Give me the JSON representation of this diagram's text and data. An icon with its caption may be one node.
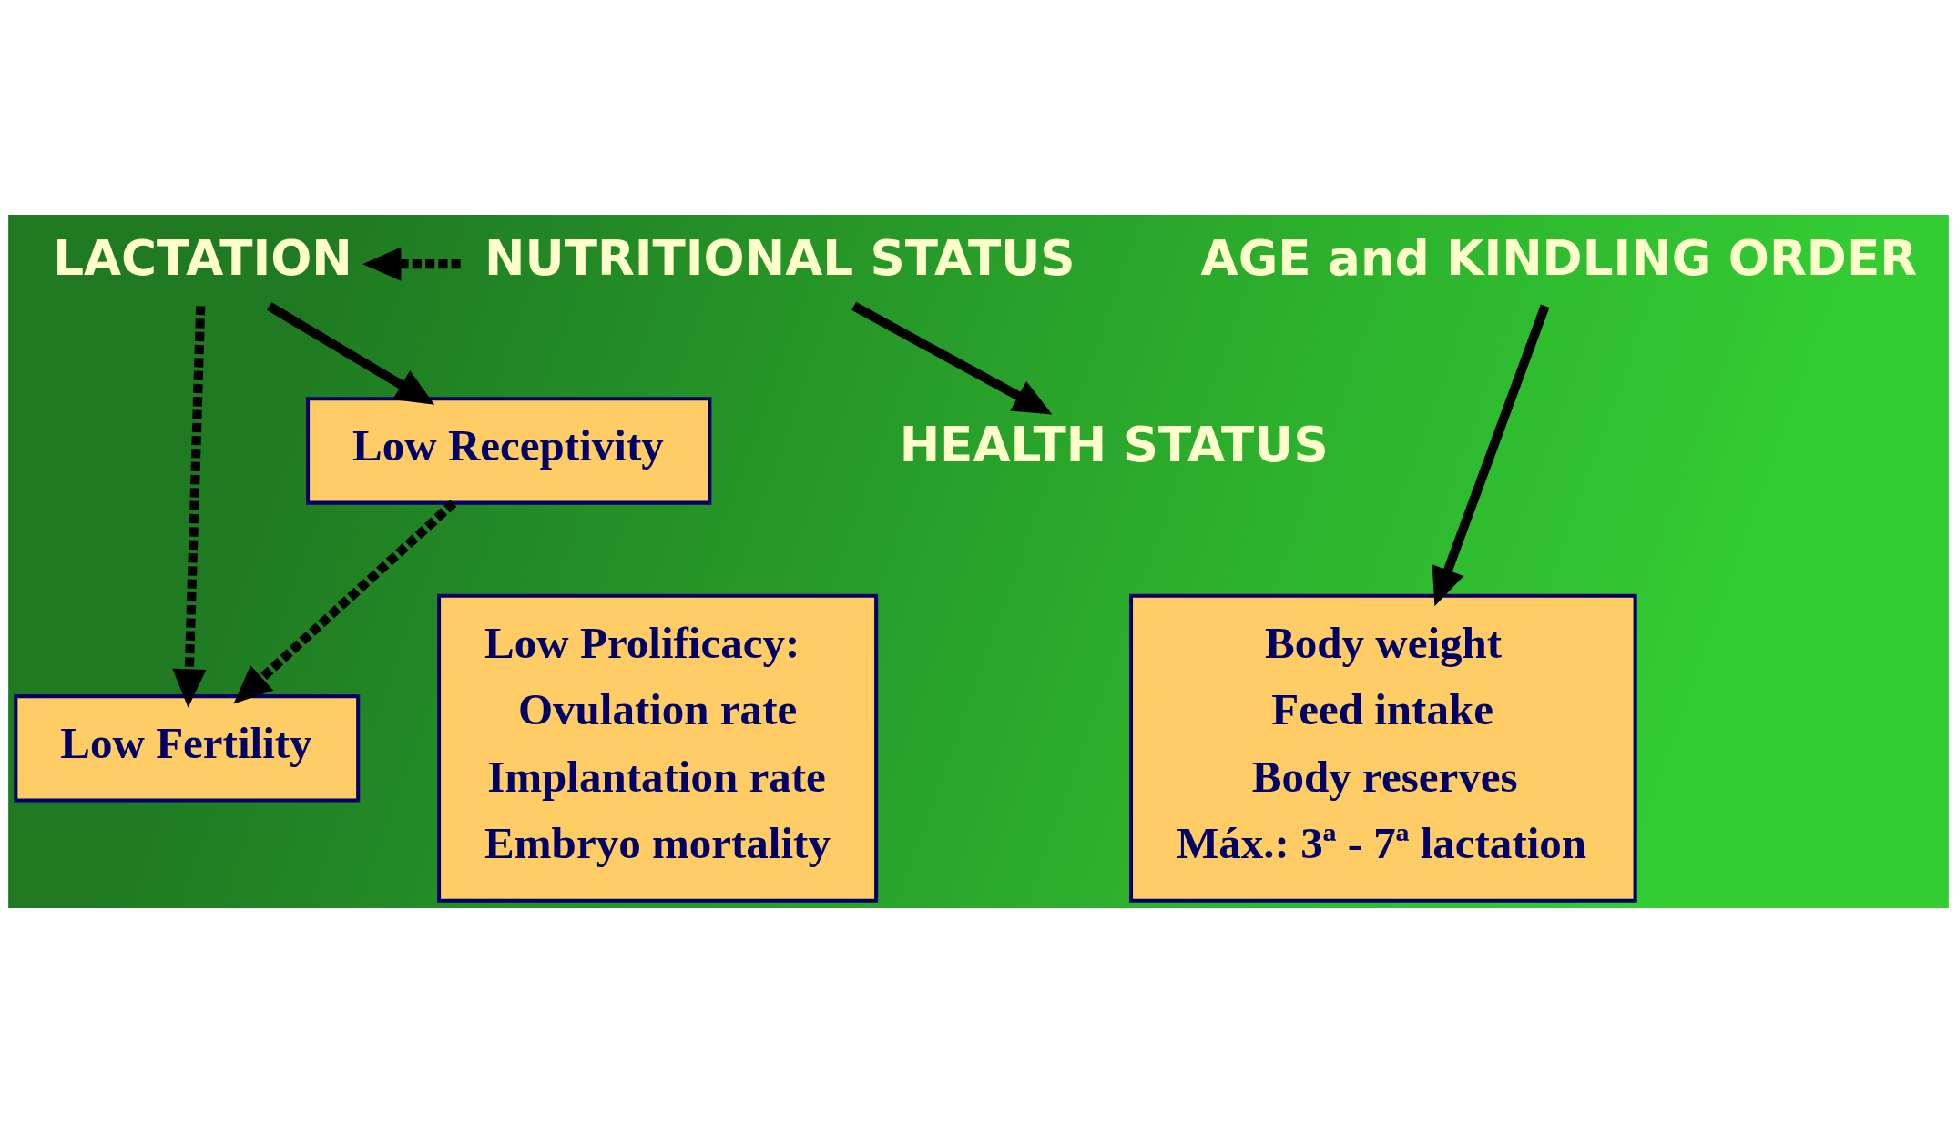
{
  "diagram": {
    "nodes": [
      {
        "text": [
          "LACTATION"
        ]
      },
      {
        "text": [
          "NUTRITIONAL STATUS"
        ]
      },
      {
        "text": [
          "AGE and KINDLING ORDER"
        ]
      },
      {
        "text": [
          "Low Receptivity"
        ]
      },
      {
        "text": [
          "HEALTH STATUS"
        ]
      },
      {
        "text": [
          "Low Fertility"
        ]
      },
      {
        "text": [
          "Low Prolificacy:",
          "Ovulation rate",
          "Implantation rate",
          "Embryo mortality"
        ]
      },
      {
        "text": [
          "Body weight",
          "Feed intake",
          "Body reserves",
          "Máx.: 3ª - 7ª lactation"
        ]
      }
    ],
    "edges": [
      {
        "from": 1,
        "to": 0,
        "arrow": "to",
        "style": "dashed"
      },
      {
        "from": 0,
        "to": 3,
        "arrow": "to"
      },
      {
        "from": 0,
        "to": 5,
        "arrow": "to",
        "style": "dashed"
      },
      {
        "from": 3,
        "to": 5,
        "arrow": "to",
        "style": "dashed"
      },
      {
        "from": 1,
        "to": 4,
        "arrow": "to"
      },
      {
        "from": 2,
        "to": 7,
        "arrow": "to"
      }
    ]
  }
}
